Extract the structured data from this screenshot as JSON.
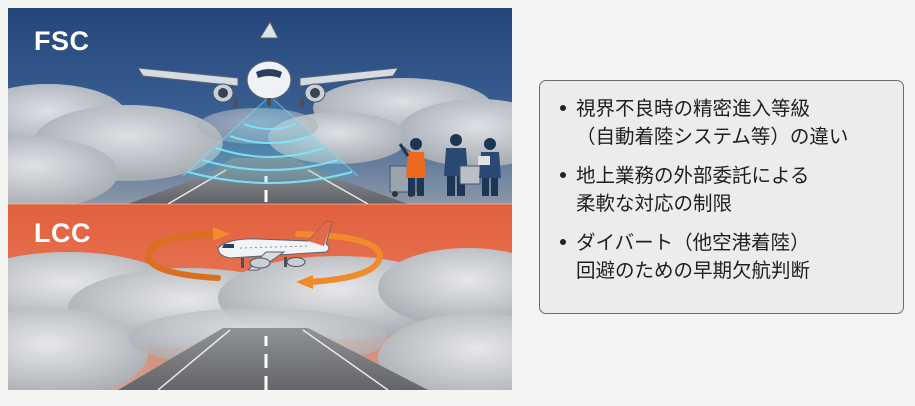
{
  "panels": {
    "fsc": {
      "label": "FSC",
      "sky": "#2a4e82",
      "accent": "#35c6f0"
    },
    "lcc": {
      "label": "LCC",
      "sky": "#e36a48",
      "accent": "#f08a2a"
    }
  },
  "info_box": {
    "items": [
      {
        "lines": [
          "視界不良時の精密進入等級",
          "（自動着陸システム等）の違い"
        ]
      },
      {
        "lines": [
          "地上業務の外部委託による",
          "柔軟な対応の制限"
        ]
      },
      {
        "lines": [
          "ダイバート（他空港着陸）",
          "回避のための早期欠航判断"
        ]
      }
    ]
  },
  "icons": [
    "airliner-icon",
    "radar-beam-icon",
    "ground-crew-icon",
    "circling-arrows-icon"
  ]
}
